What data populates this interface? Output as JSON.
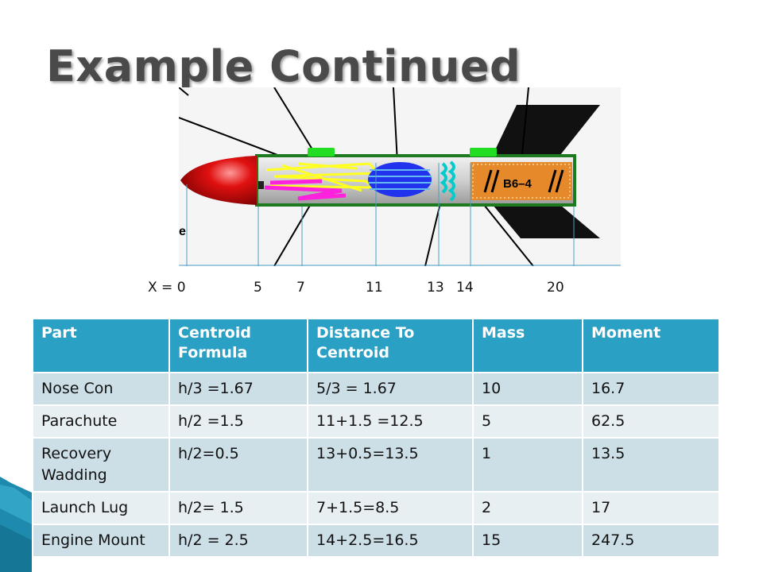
{
  "slide": {
    "title": "Example Continued"
  },
  "diagram": {
    "engine_label": "B6–4",
    "side_label": "e",
    "x_label": "X = 0",
    "x_ticks": [
      "5",
      "7",
      "11",
      "13",
      "14",
      "20"
    ]
  },
  "table": {
    "headers": [
      "Part",
      "Centroid Formula",
      "Distance To Centroid",
      "Mass",
      "Moment"
    ],
    "rows": [
      [
        "Nose Con",
        "h/3 =1.67",
        "5/3 = 1.67",
        "10",
        "16.7"
      ],
      [
        "Parachute",
        "h/2 =1.5",
        "11+1.5 =12.5",
        "5",
        "62.5"
      ],
      [
        "Recovery Wadding",
        "h/2=0.5",
        "13+0.5=13.5",
        "1",
        "13.5"
      ],
      [
        "Launch Lug",
        "h/2= 1.5",
        "7+1.5=8.5",
        "2",
        "17"
      ],
      [
        "Engine Mount",
        "h/2 = 2.5",
        "14+2.5=16.5",
        "15",
        "247.5"
      ]
    ]
  }
}
